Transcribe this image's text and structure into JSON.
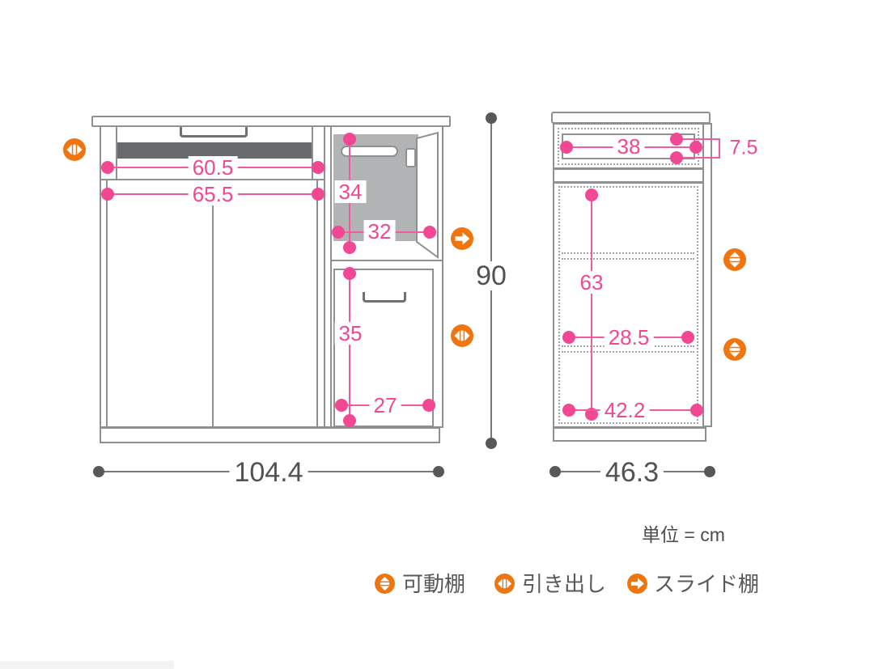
{
  "unit_note": "単位 = cm",
  "front_view": {
    "labels": {
      "drawer_inner_width": "60.5",
      "doors_inner_width": "65.5",
      "niche_height": "34",
      "niche_width": "32",
      "lower_door_height": "35",
      "lower_door_width": "27",
      "total_width": "104.4",
      "total_height": "90"
    }
  },
  "side_view": {
    "labels": {
      "drawer_depth": "38",
      "drawer_inner_height": "7.5",
      "interior_height": "63",
      "shelf_depth": "28.5",
      "bottom_depth": "42.2",
      "total_depth": "46.3"
    }
  },
  "legend": {
    "items": [
      {
        "label": "可動棚",
        "icon": "up-down-arrows-icon",
        "meaning": "adjustable shelf"
      },
      {
        "label": "引き出し",
        "icon": "left-right-arrows-icon",
        "meaning": "drawer"
      },
      {
        "label": "スライド棚",
        "icon": "right-arrow-icon",
        "meaning": "slide shelf"
      }
    ]
  },
  "colors": {
    "accent_pink": "#f24792",
    "accent_orange": "#f0750f",
    "line_gray": "#8e9092",
    "text_gray": "#515254"
  }
}
